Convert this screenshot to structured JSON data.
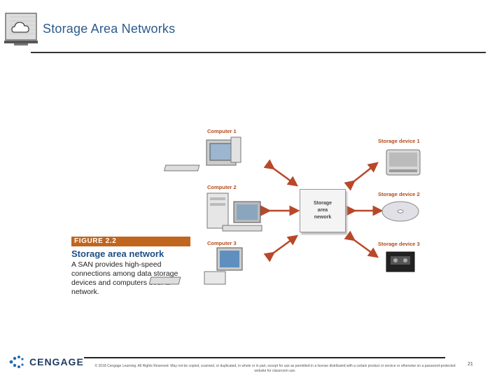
{
  "header": {
    "title": "Storage Area Networks",
    "icon": "cloud-laptop-icon"
  },
  "figure": {
    "label": "FIGURE 2.2",
    "heading": "Storage area network",
    "body": "A SAN provides high-speed connections among data storage devices and computers over a network."
  },
  "diagram": {
    "hub": {
      "label_line1": "Storage",
      "label_line2": "area",
      "label_line3": "nework"
    },
    "computers": [
      {
        "label": "Computer 1",
        "icon": "desktop-computer-icon"
      },
      {
        "label": "Computer 2",
        "icon": "tower-computer-icon"
      },
      {
        "label": "Computer 3",
        "icon": "monitor-computer-icon"
      }
    ],
    "storage_devices": [
      {
        "label": "Storage device 1",
        "icon": "hard-drive-icon"
      },
      {
        "label": "Storage device 2",
        "icon": "optical-disc-icon"
      },
      {
        "label": "Storage device 3",
        "icon": "tape-cartridge-icon"
      }
    ],
    "colors": {
      "arrow": "#b8482a",
      "label": "#b34b1a"
    }
  },
  "footer": {
    "logo_text": "CENGAGE",
    "copyright": "© 2018 Cengage Learning. All Rights Reserved. May not be copied, scanned, or duplicated, in whole or in part, except for use as permitted in a license distributed with a certain product or service or otherwise on a password-protected website for classroom use.",
    "page_number": "21"
  }
}
